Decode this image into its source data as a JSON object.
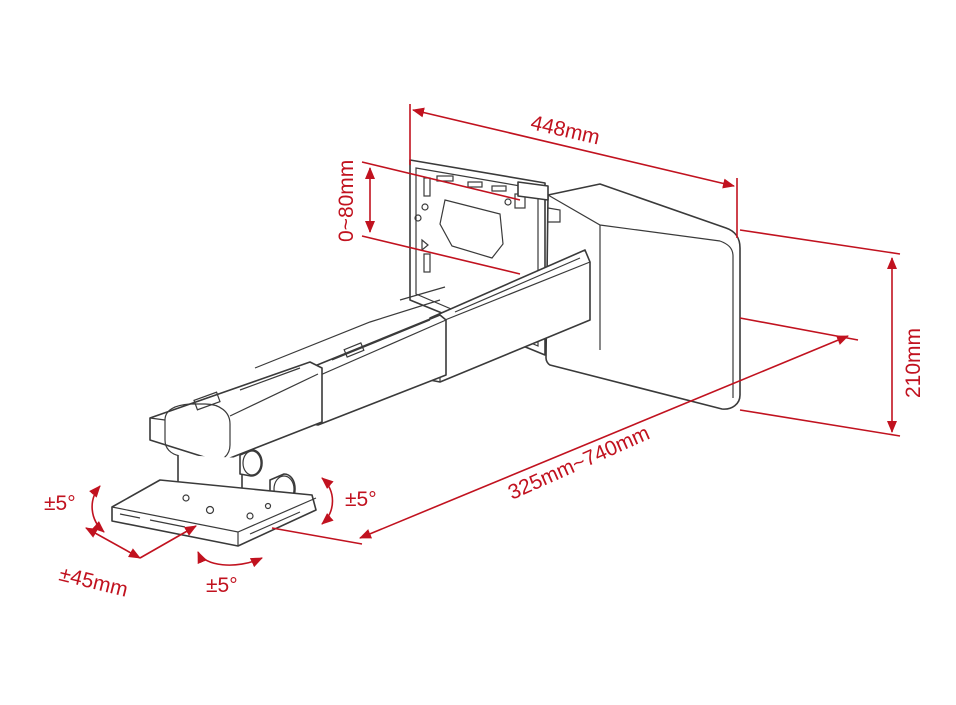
{
  "colors": {
    "dimension": "#c1121f",
    "outline": "#3a3a3a",
    "background": "#ffffff"
  },
  "dimensions": {
    "width": "448mm",
    "vertical_adjust": "0~80mm",
    "height": "210mm",
    "arm_length": "325mm~740mm",
    "lateral_shift": "±45mm",
    "tilt_left": "±5°",
    "tilt_right": "±5°",
    "swivel": "±5°"
  }
}
